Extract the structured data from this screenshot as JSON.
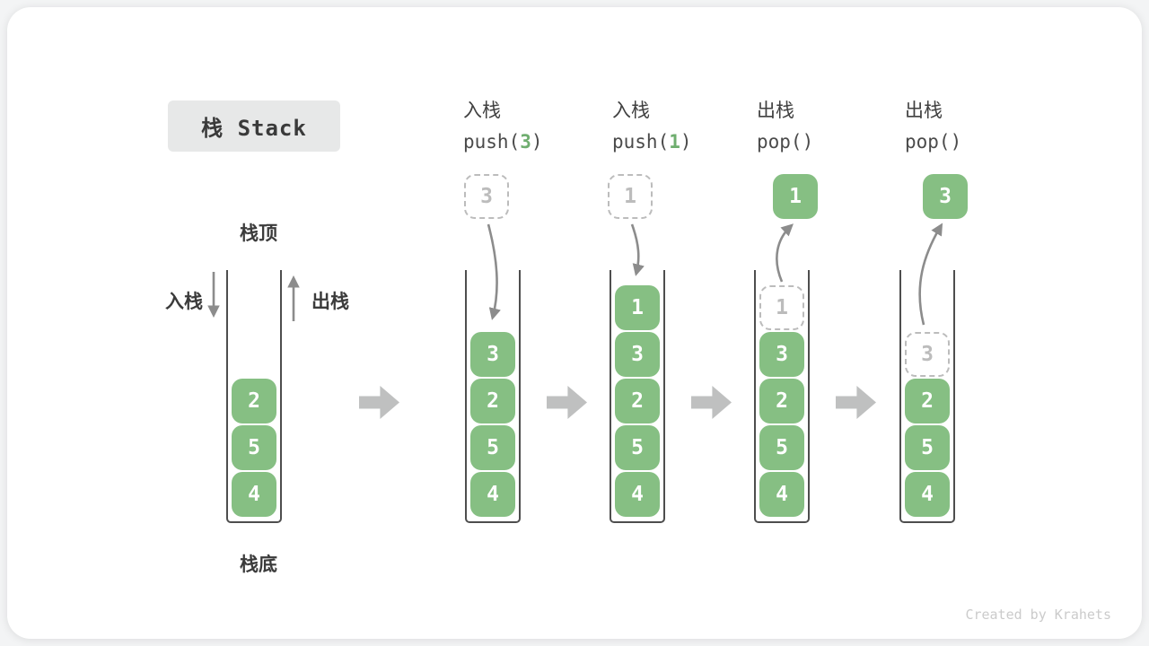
{
  "title": {
    "label": "栈 Stack"
  },
  "legend": {
    "stack_top": "栈顶",
    "stack_bottom": "栈底",
    "push_label": "入栈",
    "pop_label": "出栈"
  },
  "operations": [
    {
      "name": "入栈",
      "code_before": "push(",
      "code_value": "3",
      "code_after": ")"
    },
    {
      "name": "入栈",
      "code_before": "push(",
      "code_value": "1",
      "code_after": ")"
    },
    {
      "name": "出栈",
      "code_before": "pop(",
      "code_value": "",
      "code_after": ")"
    },
    {
      "name": "出栈",
      "code_before": "pop(",
      "code_value": "",
      "code_after": ")"
    }
  ],
  "stacks": [
    {
      "state": "initial",
      "cells": [
        {
          "slot": 2,
          "value": "2",
          "style": "solid"
        },
        {
          "slot": 3,
          "value": "5",
          "style": "solid"
        },
        {
          "slot": 4,
          "value": "4",
          "style": "solid"
        }
      ],
      "float": null
    },
    {
      "state": "after push(3)",
      "cells": [
        {
          "slot": 1,
          "value": "3",
          "style": "solid"
        },
        {
          "slot": 2,
          "value": "2",
          "style": "solid"
        },
        {
          "slot": 3,
          "value": "5",
          "style": "solid"
        },
        {
          "slot": 4,
          "value": "4",
          "style": "solid"
        }
      ],
      "float": {
        "value": "3",
        "style": "dashed"
      }
    },
    {
      "state": "after push(1)",
      "cells": [
        {
          "slot": 0,
          "value": "1",
          "style": "solid"
        },
        {
          "slot": 1,
          "value": "3",
          "style": "solid"
        },
        {
          "slot": 2,
          "value": "2",
          "style": "solid"
        },
        {
          "slot": 3,
          "value": "5",
          "style": "solid"
        },
        {
          "slot": 4,
          "value": "4",
          "style": "solid"
        }
      ],
      "float": {
        "value": "1",
        "style": "dashed"
      }
    },
    {
      "state": "after pop() -> 1",
      "cells": [
        {
          "slot": 0,
          "value": "1",
          "style": "dashed"
        },
        {
          "slot": 1,
          "value": "3",
          "style": "solid"
        },
        {
          "slot": 2,
          "value": "2",
          "style": "solid"
        },
        {
          "slot": 3,
          "value": "5",
          "style": "solid"
        },
        {
          "slot": 4,
          "value": "4",
          "style": "solid"
        }
      ],
      "float": {
        "value": "1",
        "style": "solid"
      }
    },
    {
      "state": "after pop() -> 3",
      "cells": [
        {
          "slot": 1,
          "value": "3",
          "style": "dashed"
        },
        {
          "slot": 2,
          "value": "2",
          "style": "solid"
        },
        {
          "slot": 3,
          "value": "5",
          "style": "solid"
        },
        {
          "slot": 4,
          "value": "4",
          "style": "solid"
        }
      ],
      "float": {
        "value": "3",
        "style": "solid"
      }
    }
  ],
  "colors": {
    "element_green": "#86bf83",
    "code_green": "#6fae6f",
    "dashed_gray": "#bcbcbc",
    "arrow_gray": "#8c8c8c",
    "block_arrow_gray": "#bfc0c0",
    "title_bg": "#e7e8e8"
  },
  "watermark": "Created by Krahets"
}
